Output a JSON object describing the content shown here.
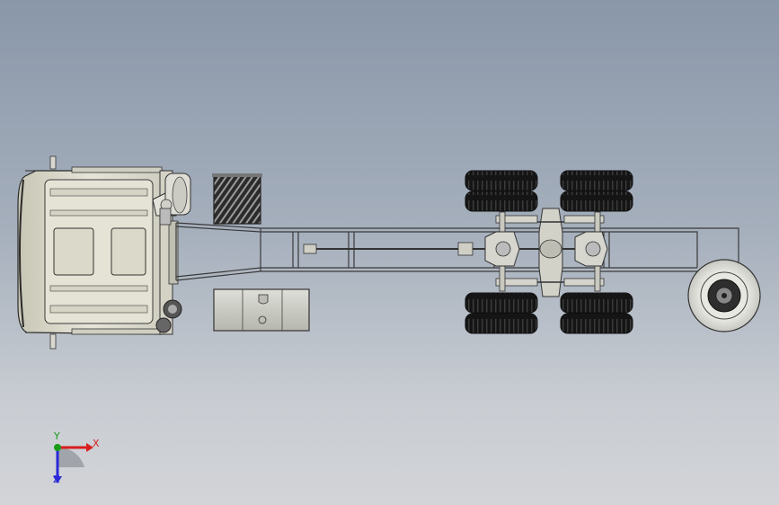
{
  "viewport": {
    "view": "top",
    "background_top": "#8a97a9",
    "background_bottom": "#d2d4d7"
  },
  "triad": {
    "x_label": "X",
    "y_label": "Y",
    "z_label": "Z",
    "x_color": "#d81e1e",
    "y_color": "#1a9b1a",
    "z_color": "#2a2ad8"
  },
  "model": {
    "parts": [
      "cab",
      "air-tank",
      "radiator",
      "chassis-frame",
      "drive-shaft",
      "fuel-tank",
      "rear-axle-front",
      "rear-axle-rear",
      "spare-wheel"
    ]
  }
}
